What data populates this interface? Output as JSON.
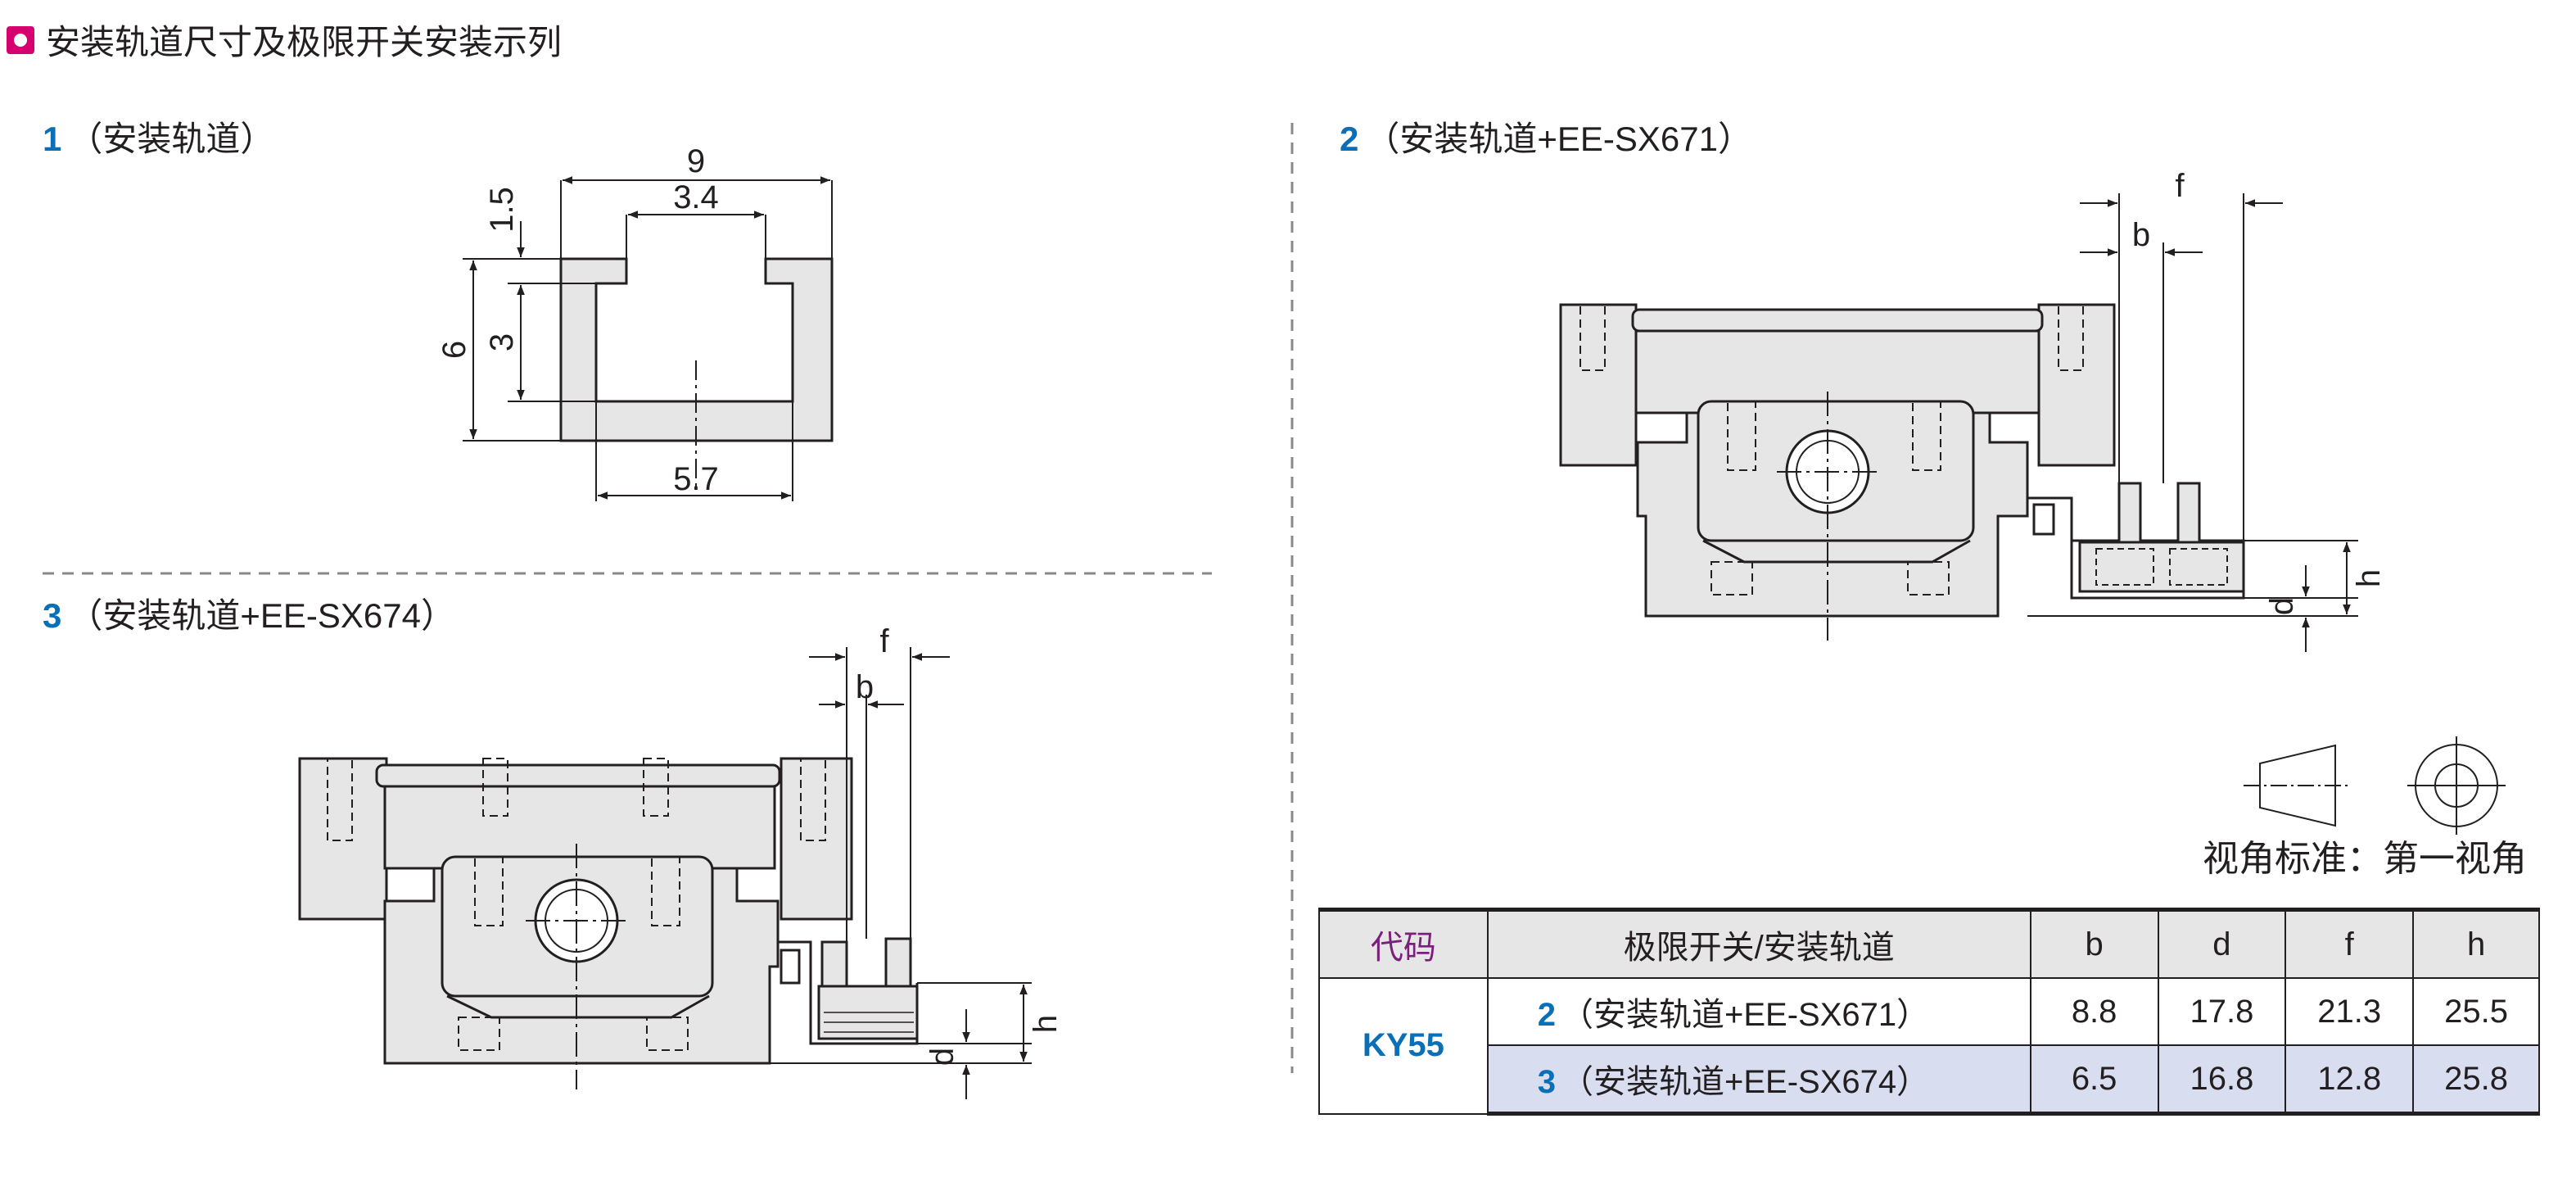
{
  "section_title": "安装轨道尺寸及极限开关安装示列",
  "panels": {
    "p1": {
      "num": "1",
      "label": "（安装轨道）"
    },
    "p2": {
      "num": "2",
      "label": "（安装轨道+EE-SX671）"
    },
    "p3": {
      "num": "3",
      "label": "（安装轨道+EE-SX674）"
    }
  },
  "dims": {
    "rail": {
      "overall_width": "9",
      "slot_width": "3.4",
      "lip_height": "1.5",
      "total_height": "6",
      "slot_depth": "3",
      "base_width": "5.7"
    },
    "labels": {
      "f": "f",
      "b": "b",
      "d": "d",
      "h": "h"
    }
  },
  "view_standard": "视角标准：第一视角",
  "table": {
    "headers": {
      "code": "代码",
      "name": "极限开关/安装轨道",
      "b": "b",
      "d": "d",
      "f": "f",
      "h": "h"
    },
    "model": "KY55",
    "rows": [
      {
        "num": "2",
        "name": "（安装轨道+EE-SX671）",
        "b": "8.8",
        "d": "17.8",
        "f": "21.3",
        "h": "25.5"
      },
      {
        "num": "3",
        "name": "（安装轨道+EE-SX674）",
        "b": "6.5",
        "d": "16.8",
        "f": "12.8",
        "h": "25.8"
      }
    ]
  },
  "colors": {
    "accent_magenta": "#d6006f",
    "number_blue": "#0a6fb7",
    "code_purple": "#7b1f7c",
    "part_fill": "#e6e6e6",
    "highlight_row": "#d9ddf0"
  }
}
